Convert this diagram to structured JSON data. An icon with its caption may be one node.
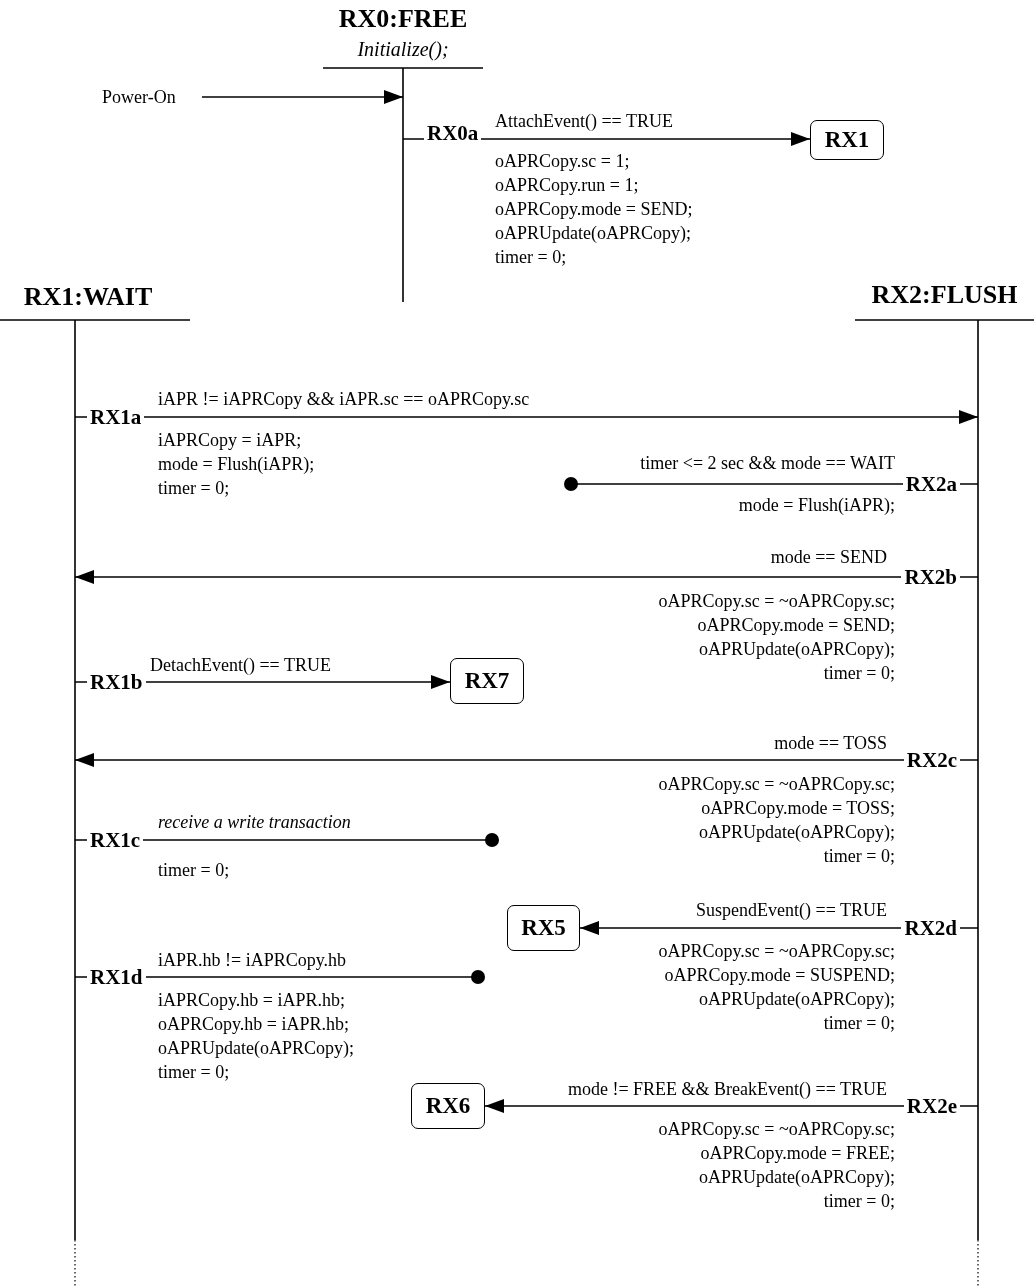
{
  "diagram": {
    "nodes": [
      {
        "text": [
          "RX0:FREE",
          "Initialize();"
        ]
      },
      {
        "text": [
          "Power-On"
        ]
      },
      {
        "text": [
          "RX1"
        ]
      },
      {
        "text": [
          "RX1:WAIT"
        ]
      },
      {
        "text": [
          "RX2:FLUSH"
        ]
      },
      {
        "text": [
          "RX7"
        ]
      },
      {
        "text": [
          "RX5"
        ]
      },
      {
        "text": [
          "RX6"
        ]
      }
    ],
    "edges": [
      {
        "from": 1,
        "to": 0,
        "arrow": "to"
      },
      {
        "from": 0,
        "to": 2,
        "arrow": "to",
        "label": "AttachEvent() == TRUE"
      },
      {
        "from": 3,
        "to": 4,
        "arrow": "to",
        "label": "iAPR != iAPRCopy && iAPR.sc == oAPRCopy.sc"
      },
      {
        "from": 4,
        "to": null,
        "arrow": "other",
        "label": "timer <= 2 sec && mode == WAIT"
      },
      {
        "from": 4,
        "to": 3,
        "arrow": "to",
        "label": "mode == SEND"
      },
      {
        "from": 3,
        "to": 5,
        "arrow": "to",
        "label": "DetachEvent() == TRUE"
      },
      {
        "from": 4,
        "to": 3,
        "arrow": "to",
        "label": "mode == TOSS"
      },
      {
        "from": 3,
        "to": null,
        "arrow": "other",
        "label": "receive a write transaction"
      },
      {
        "from": 4,
        "to": 6,
        "arrow": "to",
        "label": "SuspendEvent() == TRUE"
      },
      {
        "from": 3,
        "to": null,
        "arrow": "other",
        "label": "iAPR.hb != iAPRCopy.hb"
      },
      {
        "from": 4,
        "to": 7,
        "arrow": "to",
        "label": "mode != FREE && BreakEvent() == TRUE"
      }
    ],
    "labels": [
      "RX0a",
      "oAPRCopy.sc = 1;",
      "oAPRCopy.run = 1;",
      "oAPRCopy.mode = SEND;",
      "oAPRUpdate(oAPRCopy);",
      "timer = 0;",
      "RX1a",
      "iAPRCopy = iAPR;",
      "mode = Flush(iAPR);",
      "timer = 0;",
      "RX2a",
      "mode = Flush(iAPR);",
      "RX2b",
      "oAPRCopy.sc = ~oAPRCopy.sc;",
      "oAPRCopy.mode = SEND;",
      "oAPRUpdate(oAPRCopy);",
      "timer = 0;",
      "RX1b",
      "RX2c",
      "oAPRCopy.sc = ~oAPRCopy.sc;",
      "oAPRCopy.mode = TOSS;",
      "oAPRUpdate(oAPRCopy);",
      "timer = 0;",
      "RX1c",
      "timer = 0;",
      "RX2d",
      "oAPRCopy.sc = ~oAPRCopy.sc;",
      "oAPRCopy.mode = SUSPEND;",
      "oAPRUpdate(oAPRCopy);",
      "timer = 0;",
      "RX1d",
      "iAPRCopy.hb = iAPR.hb;",
      "oAPRCopy.hb = iAPR.hb;",
      "oAPRUpdate(oAPRCopy);",
      "timer = 0;",
      "RX2e",
      "oAPRCopy.sc = ~oAPRCopy.sc;",
      "oAPRCopy.mode = FREE;",
      "oAPRUpdate(oAPRCopy);",
      "timer = 0;"
    ]
  }
}
